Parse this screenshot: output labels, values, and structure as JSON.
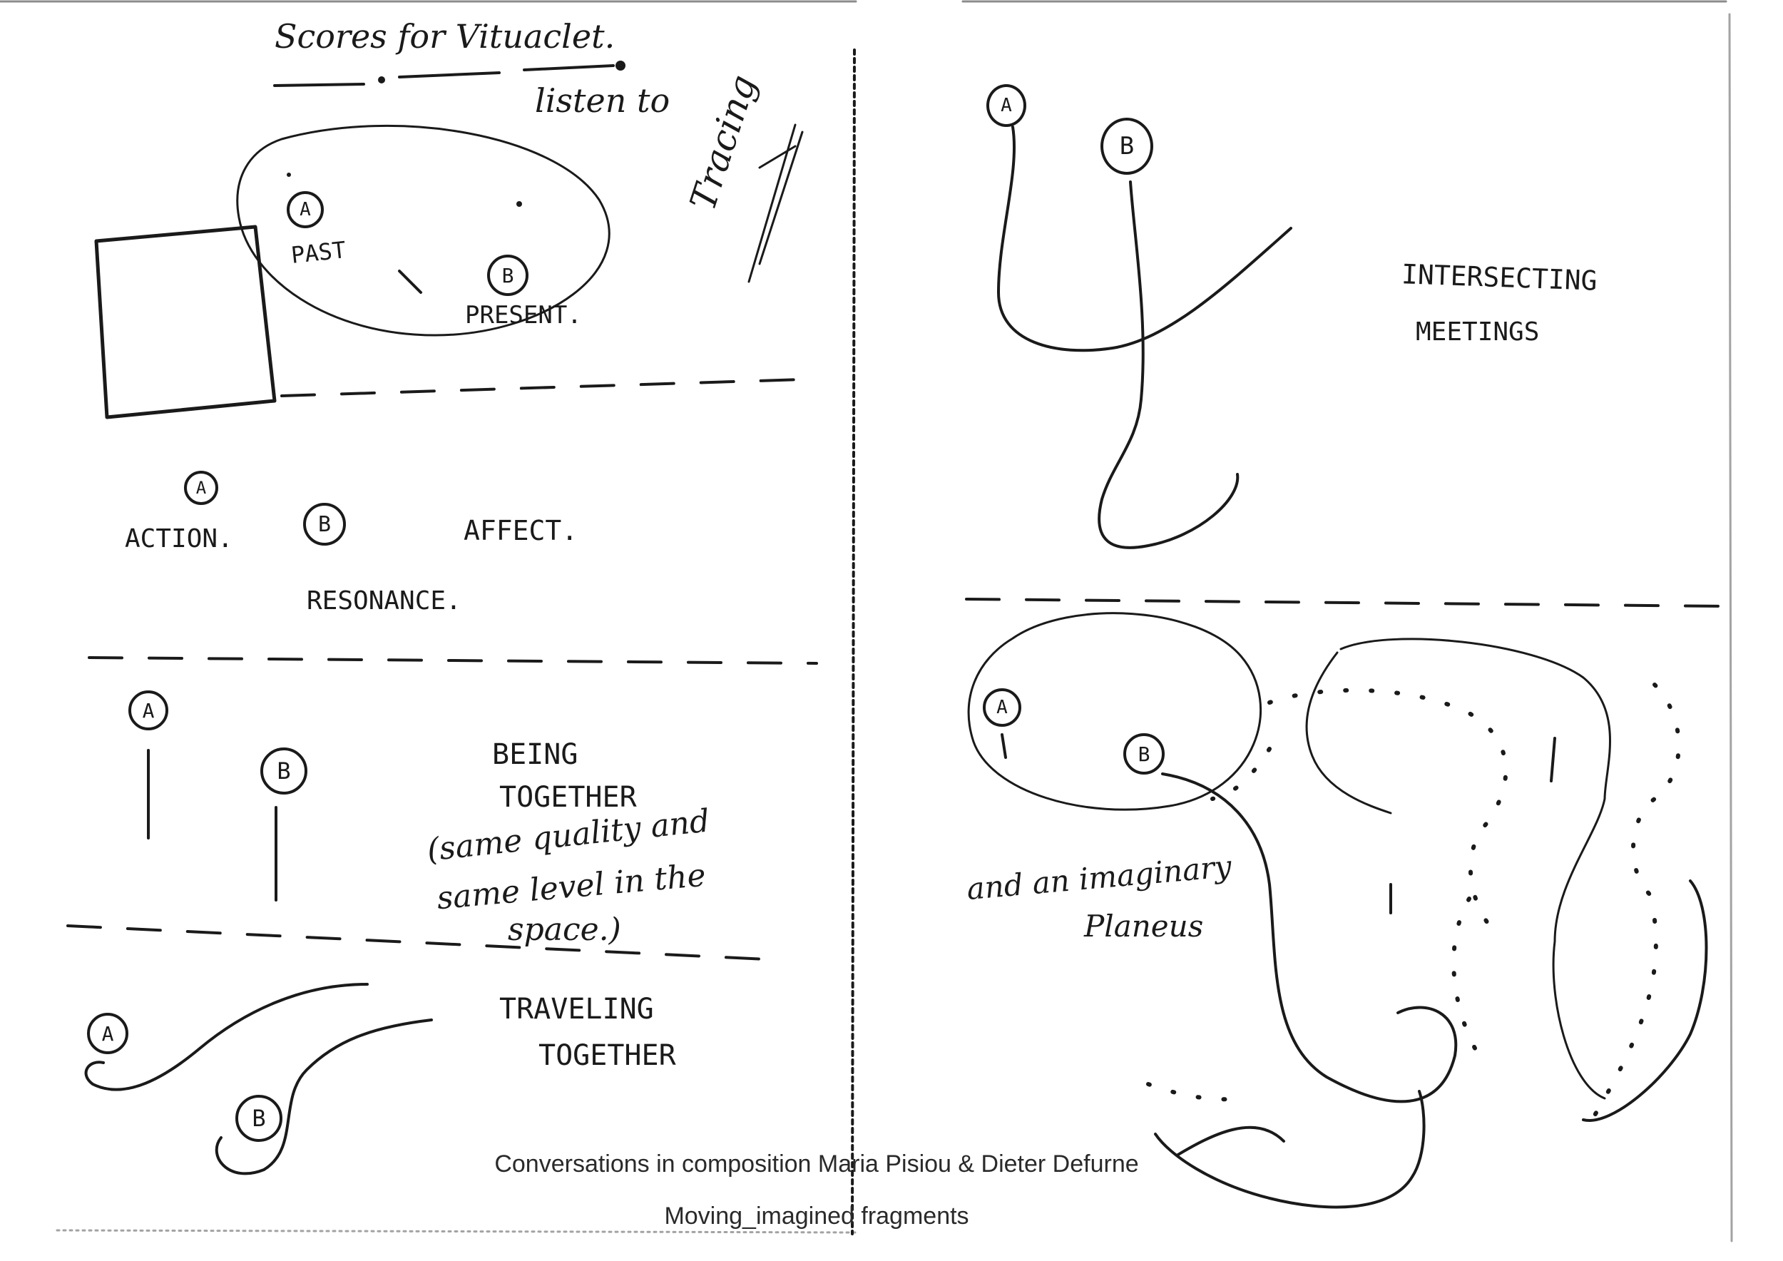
{
  "left_page": {
    "title": "Scores for Vituaclet.",
    "listen_to": "listen to",
    "tracing": "Tracing",
    "score1": {
      "node_a": "A",
      "node_b": "B",
      "past": "PAST",
      "present": "PRESENT."
    },
    "score2": {
      "node_a": "A",
      "node_b": "B",
      "action": "ACTION.",
      "affect": "AFFECT.",
      "resonance": "RESONANCE."
    },
    "score3": {
      "node_a": "A",
      "node_b": "B",
      "being": "BEING",
      "together": "TOGETHER",
      "line1": "(same quality and",
      "line2": "same level in the",
      "line3": "space.)"
    },
    "score4": {
      "node_a": "A",
      "node_b": "B",
      "traveling": "TRAVELING",
      "together": "TOGETHER"
    }
  },
  "right_page": {
    "score5": {
      "node_a": "A",
      "node_b": "B",
      "line1": "INTERSECTING",
      "line2": "MEETINGS"
    },
    "score6": {
      "node_a": "A",
      "node_b": "B",
      "line1": "and an imaginary",
      "line2": "Planeus"
    }
  },
  "caption": {
    "line1": "Conversations in composition Maria Pisiou & Dieter Defurne",
    "line2": "Moving_imagined fragments"
  }
}
